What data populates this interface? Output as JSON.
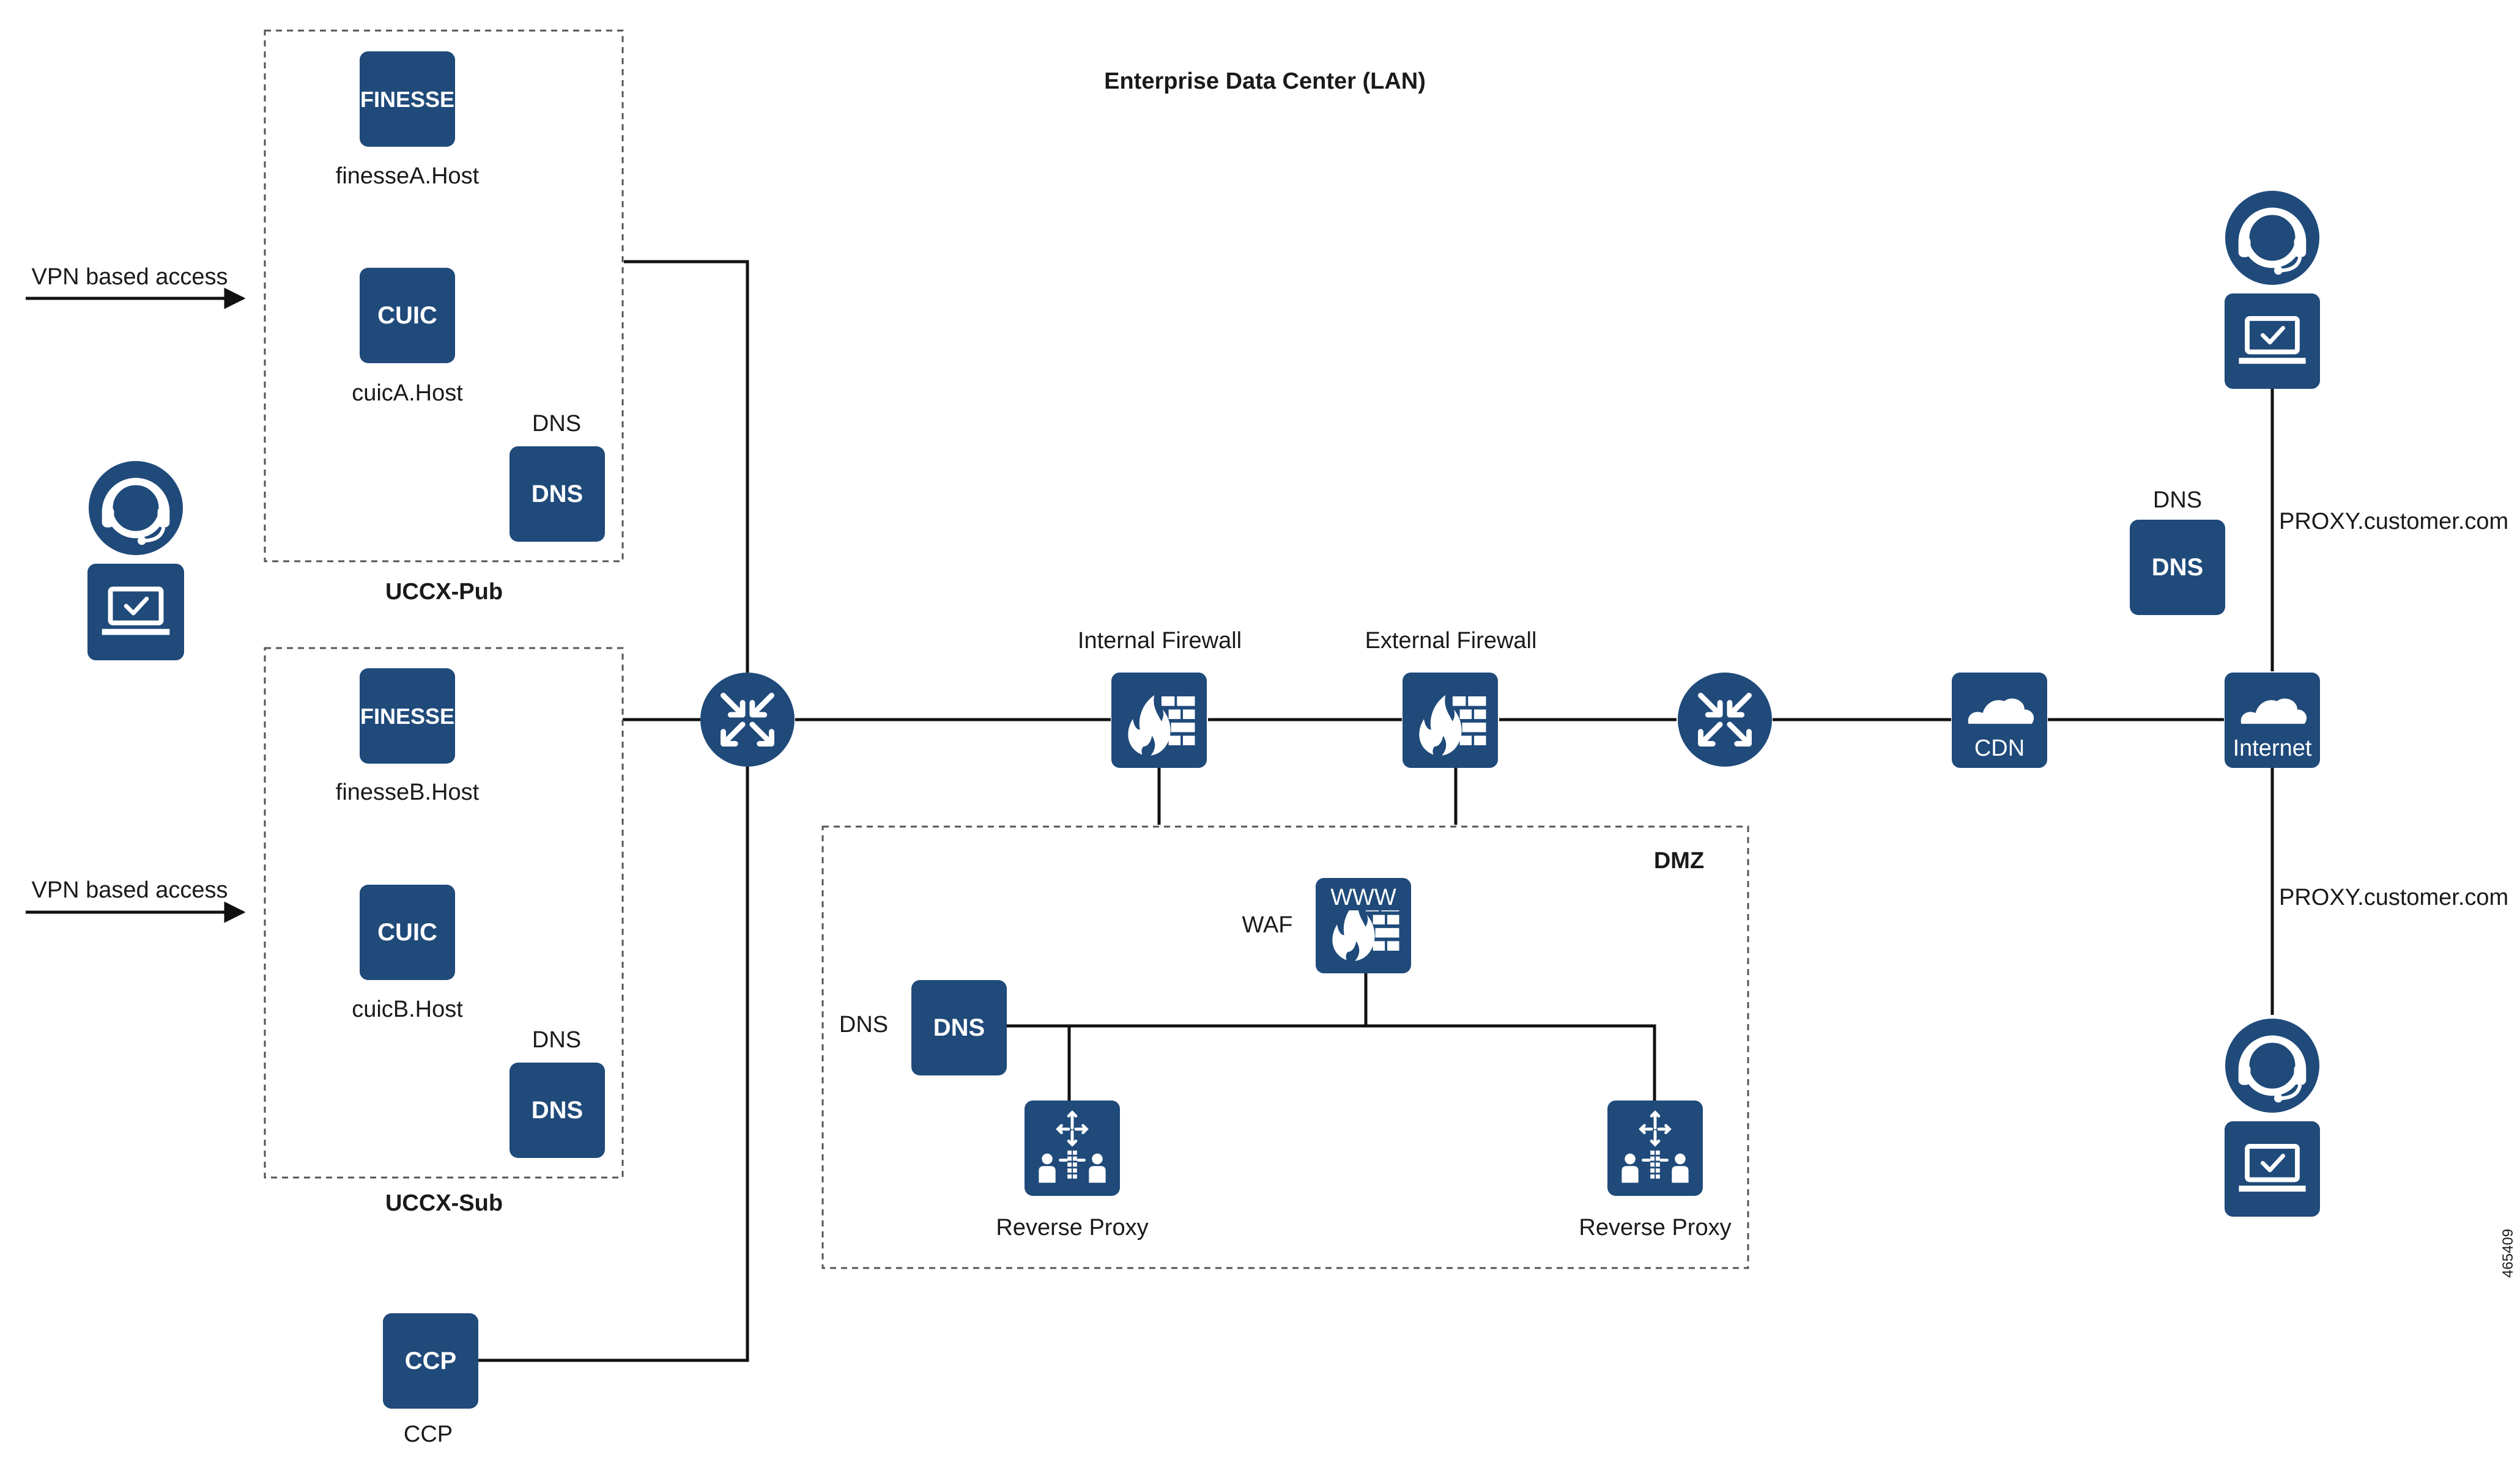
{
  "title": "Enterprise Data Center (LAN)",
  "groups": {
    "uccx_pub": "UCCX-Pub",
    "uccx_sub": "UCCX-Sub",
    "dmz": "DMZ"
  },
  "access": {
    "vpn_top": "VPN based access",
    "vpn_bottom": "VPN based access"
  },
  "pub": {
    "finesse_icon": "FINESSE",
    "finesse_host": "finesseA.Host",
    "cuic_icon": "CUIC",
    "cuic_host": "cuicA.Host",
    "dns_label": "DNS",
    "dns_icon": "DNS"
  },
  "sub": {
    "finesse_icon": "FINESSE",
    "finesse_host": "finesseB.Host",
    "cuic_icon": "CUIC",
    "cuic_host": "cuicB.Host",
    "dns_label": "DNS",
    "dns_icon": "DNS"
  },
  "ccp": {
    "icon": "CCP",
    "label": "CCP"
  },
  "firewalls": {
    "internal": "Internal Firewall",
    "external": "External Firewall"
  },
  "dmz_items": {
    "waf_label": "WAF",
    "waf_icon": "WWW",
    "dns_label": "DNS",
    "dns_icon": "DNS",
    "proxy_left": "Reverse Proxy",
    "proxy_right": "Reverse Proxy"
  },
  "cloud": {
    "cdn": "CDN",
    "internet": "Internet",
    "dns_label": "DNS",
    "dns_icon": "DNS",
    "proxy_top": "PROXY.customer.com",
    "proxy_bottom": "PROXY.customer.com"
  },
  "figure_id": "465409",
  "colors": {
    "icon_fill": "#1f4a7a",
    "line": "#111111"
  },
  "icons": [
    "headset-icon",
    "laptop-icon",
    "router-icon",
    "firewall-icon",
    "cloud-icon",
    "reverse-proxy-icon"
  ]
}
